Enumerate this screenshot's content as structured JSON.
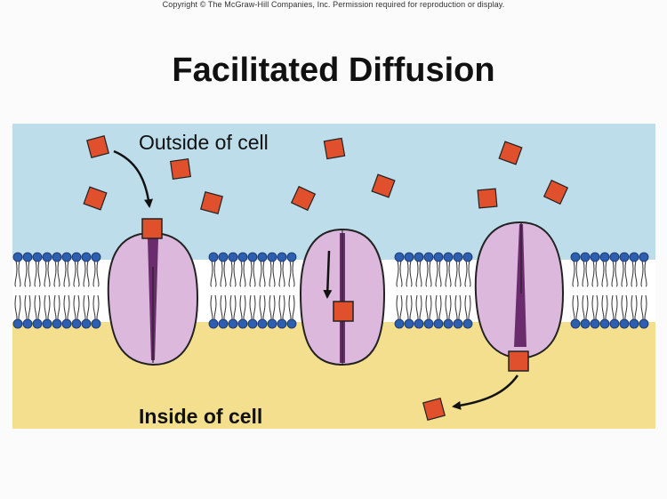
{
  "copyright": "Copyright © The McGraw-Hill Companies, Inc. Permission required for reproduction or display.",
  "title": "Facilitated Diffusion",
  "labels": {
    "outside": "Outside of cell",
    "inside": "Inside of cell"
  },
  "colors": {
    "outside_fluid": "#bcdde9",
    "inside_fluid": "#f4df8e",
    "protein": "#dbb8dc",
    "channel": "#6a2c6c",
    "molecule": "#e0502d",
    "phosphate_head": "#2d5fb0"
  }
}
